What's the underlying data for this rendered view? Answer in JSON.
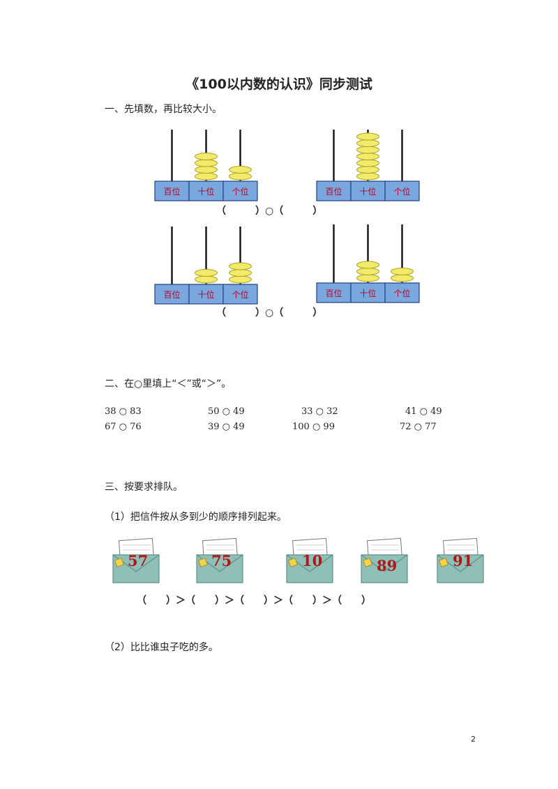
{
  "title": "《100以内数的认识》同步测试",
  "section1": {
    "heading": "一、先填数，再比较大小。",
    "place_labels": [
      "百位",
      "十位",
      "个位"
    ],
    "abacus_beads": [
      {
        "hundreds": 0,
        "tens": 4,
        "ones": 2
      },
      {
        "hundreds": 0,
        "tens": 7,
        "ones": 0
      },
      {
        "hundreds": 0,
        "tens": 2,
        "ones": 3
      },
      {
        "hundreds": 0,
        "tens": 3,
        "ones": 2
      }
    ],
    "compare_row_1": "（　　　）○（　　　）",
    "compare_row_2": "（　　　）○（　　　）"
  },
  "section2": {
    "heading": "二、在○里填上“＜”或“＞”。",
    "row1": [
      "38 ○ 83",
      "50 ○ 49",
      "33 ○ 32",
      "41 ○ 49"
    ],
    "row2": [
      "67 ○ 76",
      "39 ○ 49",
      "100 ○ 99",
      "72 ○ 77"
    ]
  },
  "section3": {
    "heading": "三、按要求排队。",
    "q1": "（1）把信件按从多到少的顺序排列起来。",
    "envelopes": [
      "57",
      "75",
      "10",
      "89",
      "91"
    ],
    "order_line": "（　　）＞（　　）＞（　　）＞（　　）＞（　　）",
    "q2": "（2）比比谁虫子吃的多。"
  },
  "page_number": "2",
  "colors": {
    "bead": "#f2ea6a",
    "bead_stroke": "#b0a020",
    "box": "#7aa7dd",
    "label": "#c00020",
    "envelope": "#8fc0b8"
  }
}
